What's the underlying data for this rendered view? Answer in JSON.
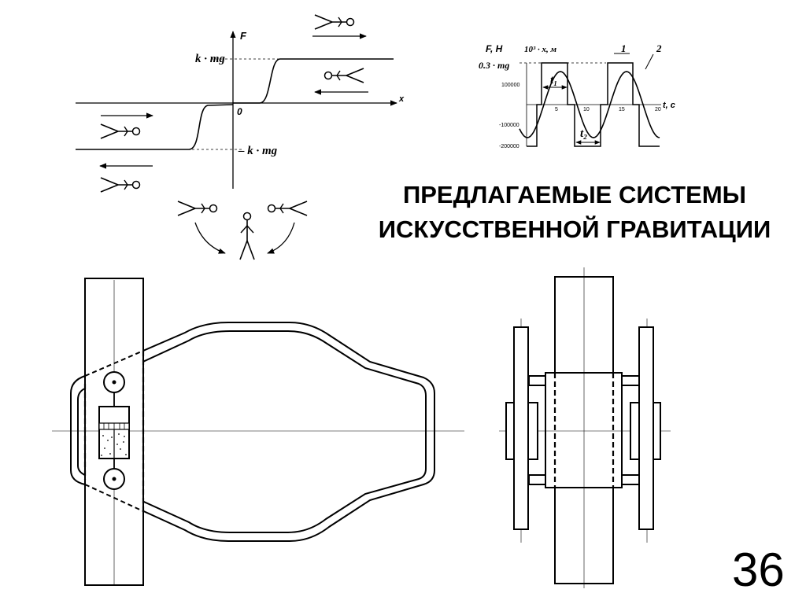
{
  "title": {
    "line1": "ПРЕДЛАГАЕМЫЕ СИСТЕМЫ",
    "line2": "ИСКУССТВЕННОЙ ГРАВИТАЦИИ"
  },
  "slide_number": "36",
  "force_diagram": {
    "y_axis_label": "F",
    "x_axis_label": "x",
    "origin_label": "0",
    "upper_level_label": "k · mg",
    "lower_level_label": "– k · mg"
  },
  "time_chart": {
    "y_label_1": "F, Н",
    "y_label_2": "10³ · x,  м",
    "peak_label": "0.3 · mg",
    "x_label": "t, с",
    "curve_label_1": "1",
    "curve_label_2": "2",
    "interval_1": "t₁",
    "interval_2": "t₂",
    "y_ticks": [
      "100000",
      "-100000",
      "-200000"
    ],
    "x_ticks": [
      "5",
      "10",
      "15",
      "20"
    ]
  },
  "colors": {
    "ink": "#000000",
    "background": "#ffffff"
  }
}
